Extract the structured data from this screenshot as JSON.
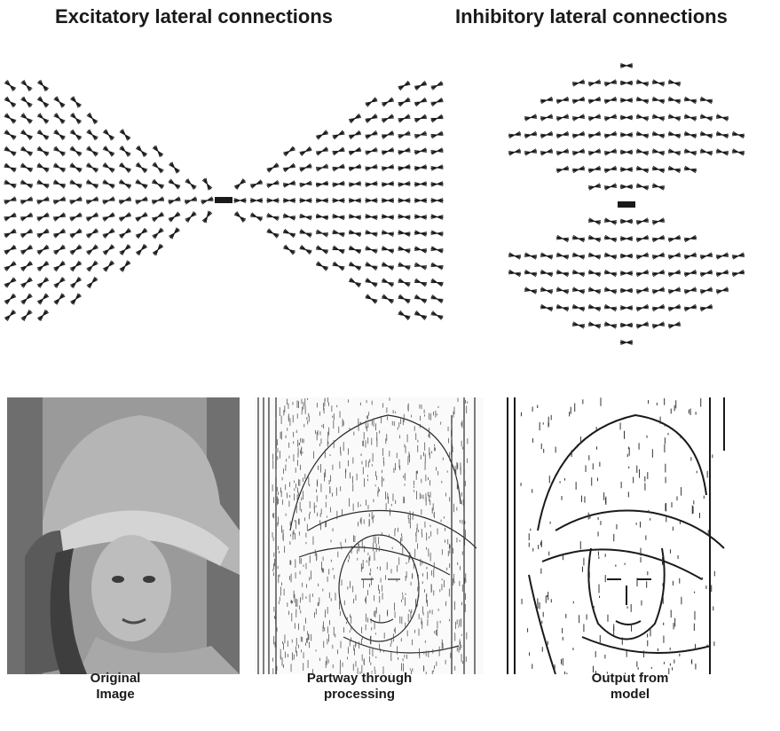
{
  "figure": {
    "excitatory_title": "Excitatory lateral connections",
    "inhibitory_title": "Inhibitory  lateral connections",
    "captions": {
      "original": "Original\nImage",
      "partway": "Partway through\nprocessing",
      "output": "Output from\nmodel"
    }
  },
  "colors": {
    "ink": "#1a1a1a",
    "photo_gray": "#8a8a8a",
    "background": "#ffffff"
  }
}
